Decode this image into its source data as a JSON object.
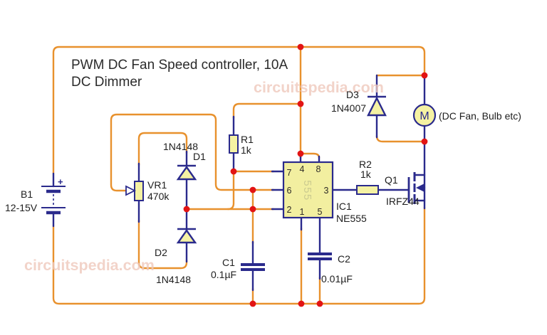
{
  "title": {
    "line1": "PWM DC Fan Speed controller, 10A",
    "line2": "DC Dimmer"
  },
  "watermark": {
    "top": "circuitspedia.com",
    "bottom": "circuitspedia.com"
  },
  "colors": {
    "wire_orange": "#E8912D",
    "wire_navy": "#2A2A8C",
    "junction_red": "#E21414",
    "component_fill": "#F5F2A3",
    "watermark_pink": "#EFC9BC"
  },
  "components": {
    "battery": {
      "ref": "B1",
      "value": "12-15V",
      "plus": "+"
    },
    "vr1": {
      "ref": "VR1",
      "value": "470k"
    },
    "r1": {
      "ref": "R1",
      "value": "1k"
    },
    "r2": {
      "ref": "R2",
      "value": "1k"
    },
    "d1": {
      "ref": "D1",
      "value": "1N4148"
    },
    "d2": {
      "ref": "D2",
      "value": "1N4148"
    },
    "d3": {
      "ref": "D3",
      "value": "1N4007"
    },
    "c1": {
      "ref": "C1",
      "value": "0.1µF"
    },
    "c2": {
      "ref": "C2",
      "value": "0.01µF"
    },
    "ic1": {
      "ref": "IC1",
      "value": "NE555",
      "chip_text": "555",
      "pins": {
        "p1": "1",
        "p2": "2",
        "p3": "3",
        "p4": "4",
        "p5": "5",
        "p6": "6",
        "p7": "7",
        "p8": "8"
      }
    },
    "q1": {
      "ref": "Q1",
      "value": "IRFZ44"
    },
    "motor": {
      "symbol": "M",
      "note": "(DC Fan, Bulb etc)"
    }
  }
}
